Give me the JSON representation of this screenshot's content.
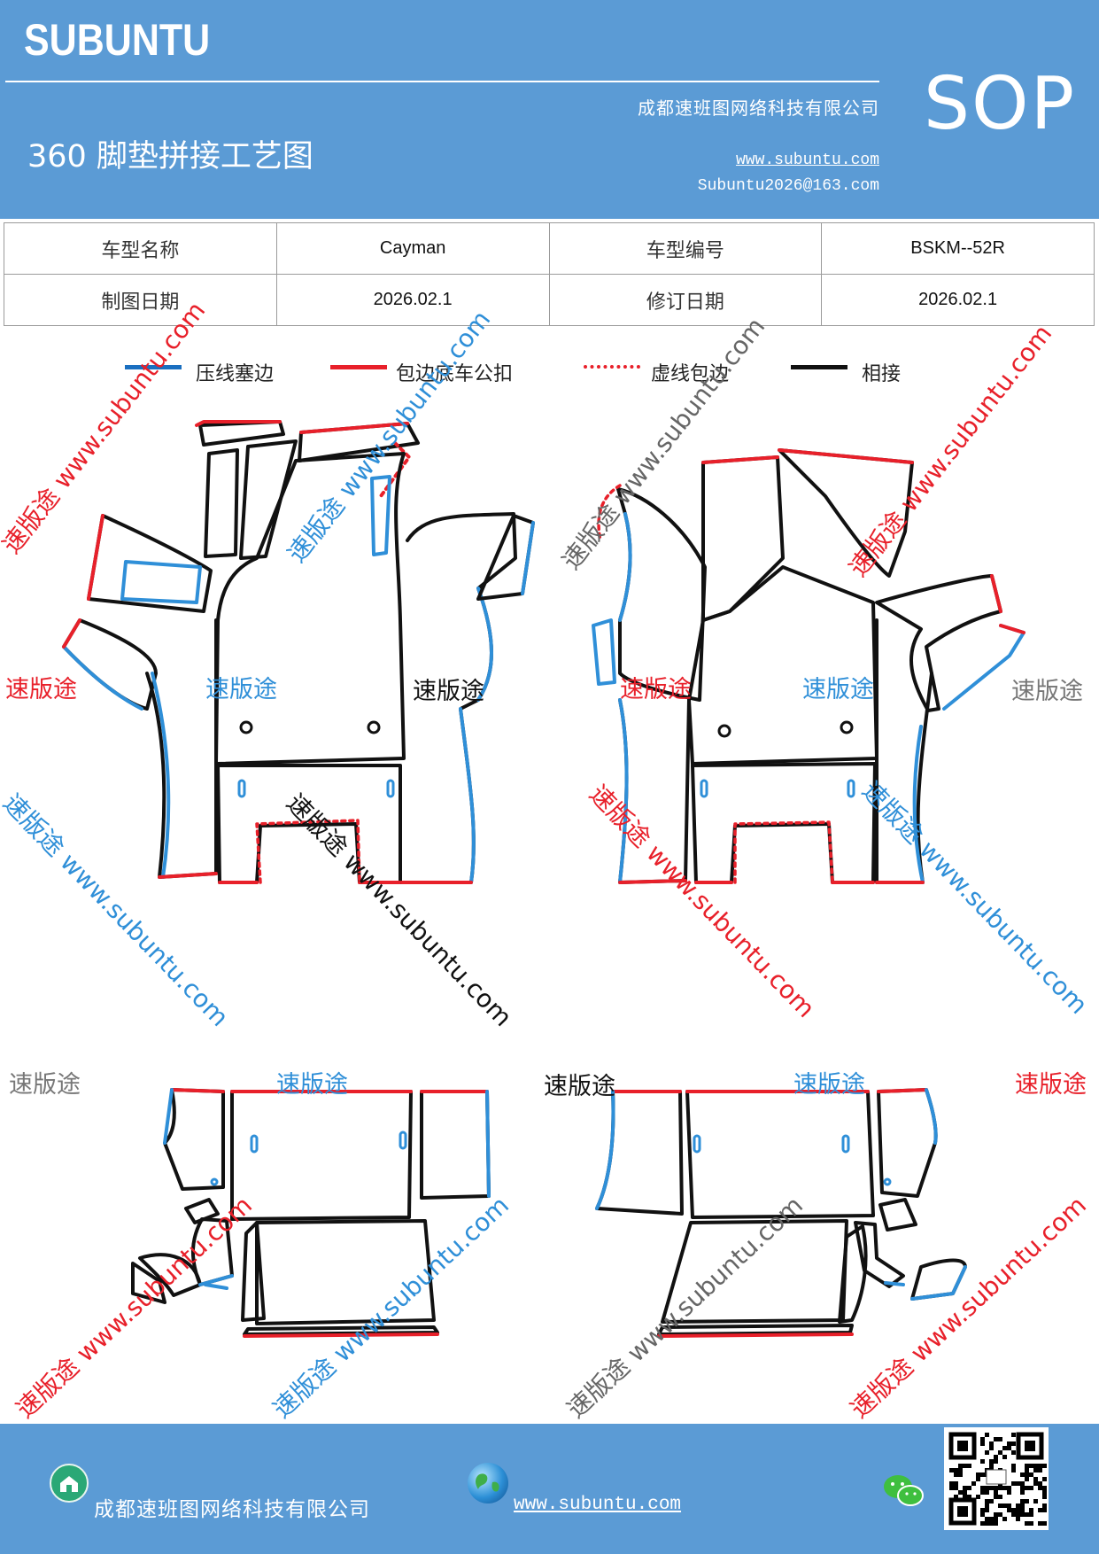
{
  "header": {
    "brand": "SUBUNTU",
    "title": "360 脚垫拼接工艺图",
    "company": "成都速班图网络科技有限公司",
    "website": "www.subuntu.com",
    "email": "Subuntu2026@163.com",
    "badge": "SOP"
  },
  "info_table": {
    "rows": [
      {
        "label_1": "车型名称",
        "value_1": "Cayman",
        "label_2": "车型编号",
        "value_2": "BSKM--52R"
      },
      {
        "label_1": "制图日期",
        "value_1": "2026.02.1",
        "label_2": "修订日期",
        "value_2": "2026.02.1"
      }
    ]
  },
  "legend": [
    {
      "label": "压线塞边",
      "color": "#1a6fc0",
      "style": "solid"
    },
    {
      "label": "包边底车公扣",
      "color": "#e8202a",
      "style": "solid"
    },
    {
      "label": "虚线包边",
      "color": "#e8202a",
      "style": "dotted"
    },
    {
      "label": "相接",
      "color": "#111111",
      "style": "solid"
    }
  ],
  "watermarks": {
    "brand_cn": "速版途",
    "domain": "www.subuntu.com"
  },
  "colors": {
    "header_blue": "#5b9bd5",
    "press_line_blue": "#2f8fd8",
    "binding_red": "#e8202a",
    "join_black": "#111111",
    "watermark_gray": "#8a8a8a"
  },
  "footer": {
    "company": "成都速班图网络科技有限公司",
    "website": "www.subuntu.com ",
    "icons": [
      "home-icon",
      "globe-icon",
      "wechat-icon",
      "qr-code"
    ]
  }
}
